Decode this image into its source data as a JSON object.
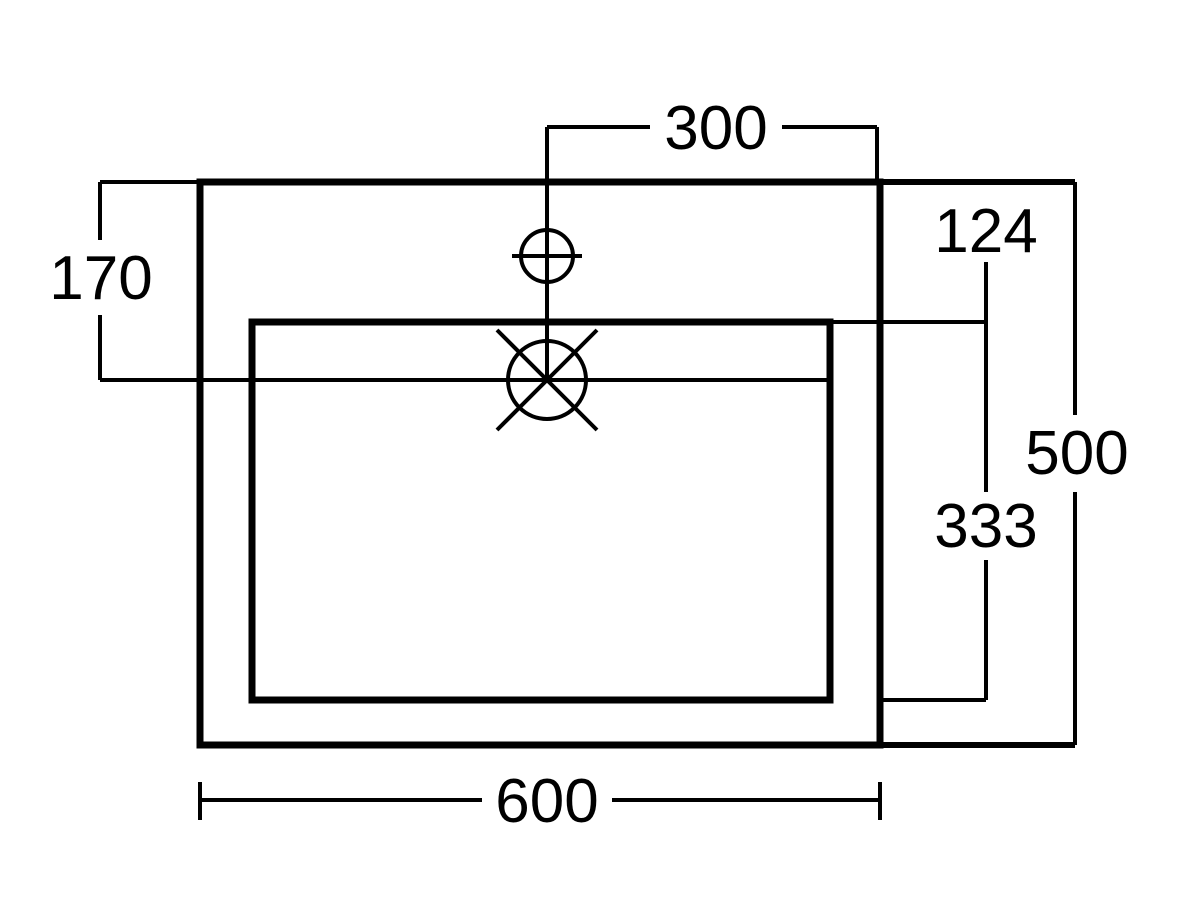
{
  "drawing": {
    "type": "technical-dimension-drawing",
    "subject": "rectangular-basin-top-view",
    "line_color": "#000000",
    "background_color": "#ffffff",
    "dimensions": {
      "tap_centre_to_right_edge": "300",
      "front_edge_to_waste_centre": "170",
      "top_edge_to_bowl": "124",
      "overall_depth": "500",
      "bowl_depth": "333",
      "overall_width": "600"
    }
  }
}
